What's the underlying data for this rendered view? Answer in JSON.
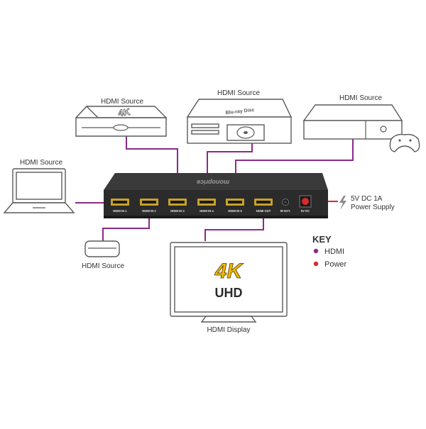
{
  "labels": {
    "source_top_left": "HDMI Source",
    "source_top_middle": "HDMI Source",
    "source_top_right": "HDMI Source",
    "source_left": "HDMI Source",
    "source_bottom": "HDMI Source",
    "display": "HDMI Display",
    "power_line1": "5V DC 1A",
    "power_line2": "Power Supply"
  },
  "switch": {
    "brand": "monoprice",
    "ports": [
      "HDMI IN 1",
      "HDMI IN 2",
      "HDMI IN 3",
      "HDMI IN 4",
      "HDMI IN 5",
      "HDMI OUT",
      "IR EXT.",
      "5V DC"
    ]
  },
  "devices": {
    "player_4k_text": "4K",
    "bluray_text": "Blu-ray Disc",
    "screen_4k": "4K",
    "screen_uhd": "UHD"
  },
  "key": {
    "title": "KEY",
    "items": [
      {
        "label": "HDMI",
        "color": "#8b2a8b"
      },
      {
        "label": "Power",
        "color": "#d62b2b"
      }
    ]
  },
  "colors": {
    "hdmi": "#8b2a8b",
    "power": "#d62b2b",
    "switch_body": "#2b2b2b",
    "gold": "#c9a227"
  }
}
